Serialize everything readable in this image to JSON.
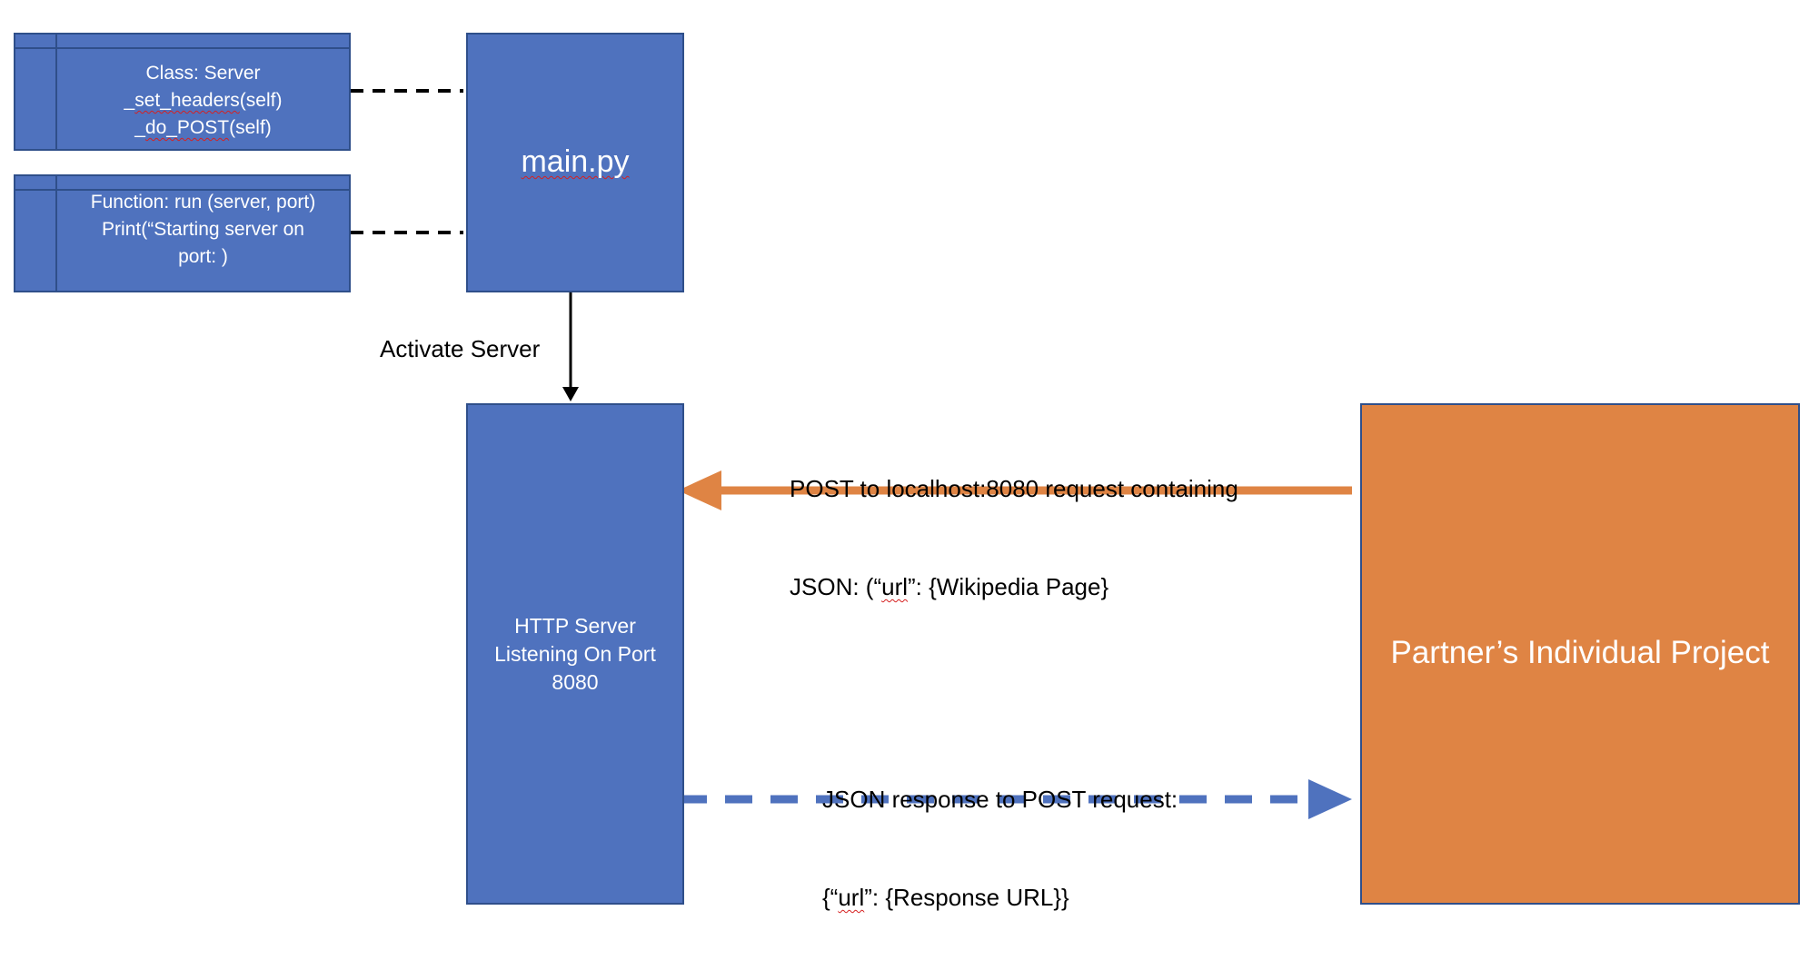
{
  "colors": {
    "box_fill": "#4f72be",
    "box_border": "#2f4f8a",
    "partner_fill": "#df8444",
    "orange_arrow": "#df8444",
    "blue_arrow": "#4f72be",
    "text_dark": "#000000",
    "text_light": "#ffffff"
  },
  "class_box": {
    "line1": "Class: Server",
    "line2_prefix": "_",
    "line2_squiggle": "set_headers",
    "line2_suffix": "(self)",
    "line3_prefix": "_",
    "line3_squiggle": "do_POST",
    "line3_suffix": "(self)"
  },
  "function_box": {
    "line1": "Function: run (server, port)",
    "line2": "Print(“Starting server on",
    "line3": "port: )"
  },
  "main_box": {
    "label": "main.py"
  },
  "activate_label": "Activate Server",
  "http_box": {
    "line1": "HTTP Server",
    "line2": "Listening On Port",
    "line3": "8080"
  },
  "partner_box": {
    "label": "Partner’s Individual Project"
  },
  "post_label": {
    "line1": "POST to localhost:8080 request containing",
    "line2_prefix": "JSON: (“",
    "line2_squiggle": "url",
    "line2_suffix": "”: {Wikipedia Page}"
  },
  "response_label": {
    "line1": "JSON response to POST request:",
    "line2_prefix": "{“",
    "line2_squiggle": "url",
    "line2_suffix": "”: {Response URL}}"
  }
}
